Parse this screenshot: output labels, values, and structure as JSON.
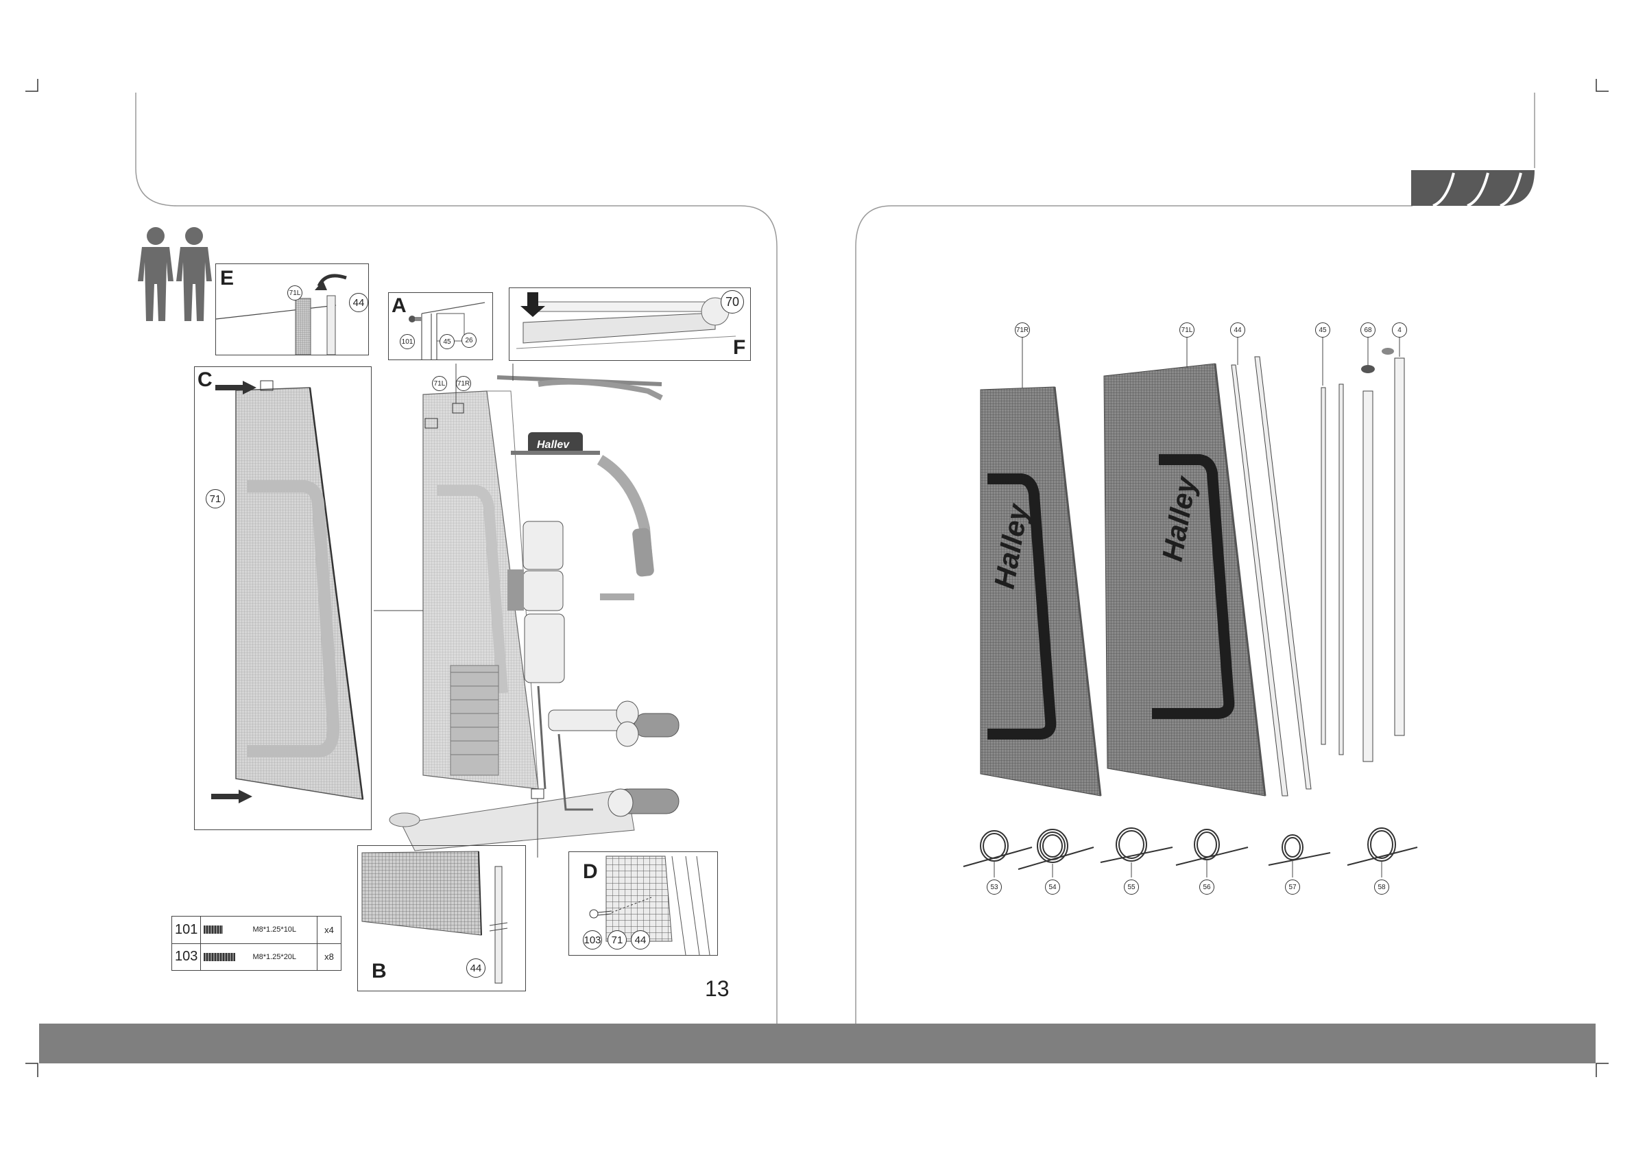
{
  "header": {
    "tab_color": "#595959"
  },
  "footer": {
    "band_color": "#7f7f7f"
  },
  "left_page": {
    "page_number": "13",
    "panels": {
      "E": {
        "label": "E",
        "callouts": [
          "71L",
          "44"
        ]
      },
      "A": {
        "label": "A",
        "callouts": [
          "101",
          "45",
          "26"
        ]
      },
      "F": {
        "label": "F",
        "callouts": [
          "70"
        ]
      },
      "C": {
        "label": "C",
        "callouts": [
          "71"
        ]
      },
      "B": {
        "label": "B",
        "callouts": [
          "44"
        ]
      },
      "D": {
        "label": "D",
        "callouts": [
          "103",
          "71",
          "44"
        ]
      }
    },
    "machine_callouts": [
      "71L",
      "71R"
    ],
    "hardware": [
      {
        "part": "101",
        "spec": "M8*1.25*10L",
        "qty": "x4"
      },
      {
        "part": "103",
        "spec": "M8*1.25*20L",
        "qty": "x8"
      }
    ]
  },
  "right_page": {
    "parts_top": [
      "71R",
      "71L",
      "44",
      "45",
      "68",
      "4"
    ],
    "cables": [
      "53",
      "54",
      "55",
      "56",
      "57",
      "58"
    ]
  }
}
